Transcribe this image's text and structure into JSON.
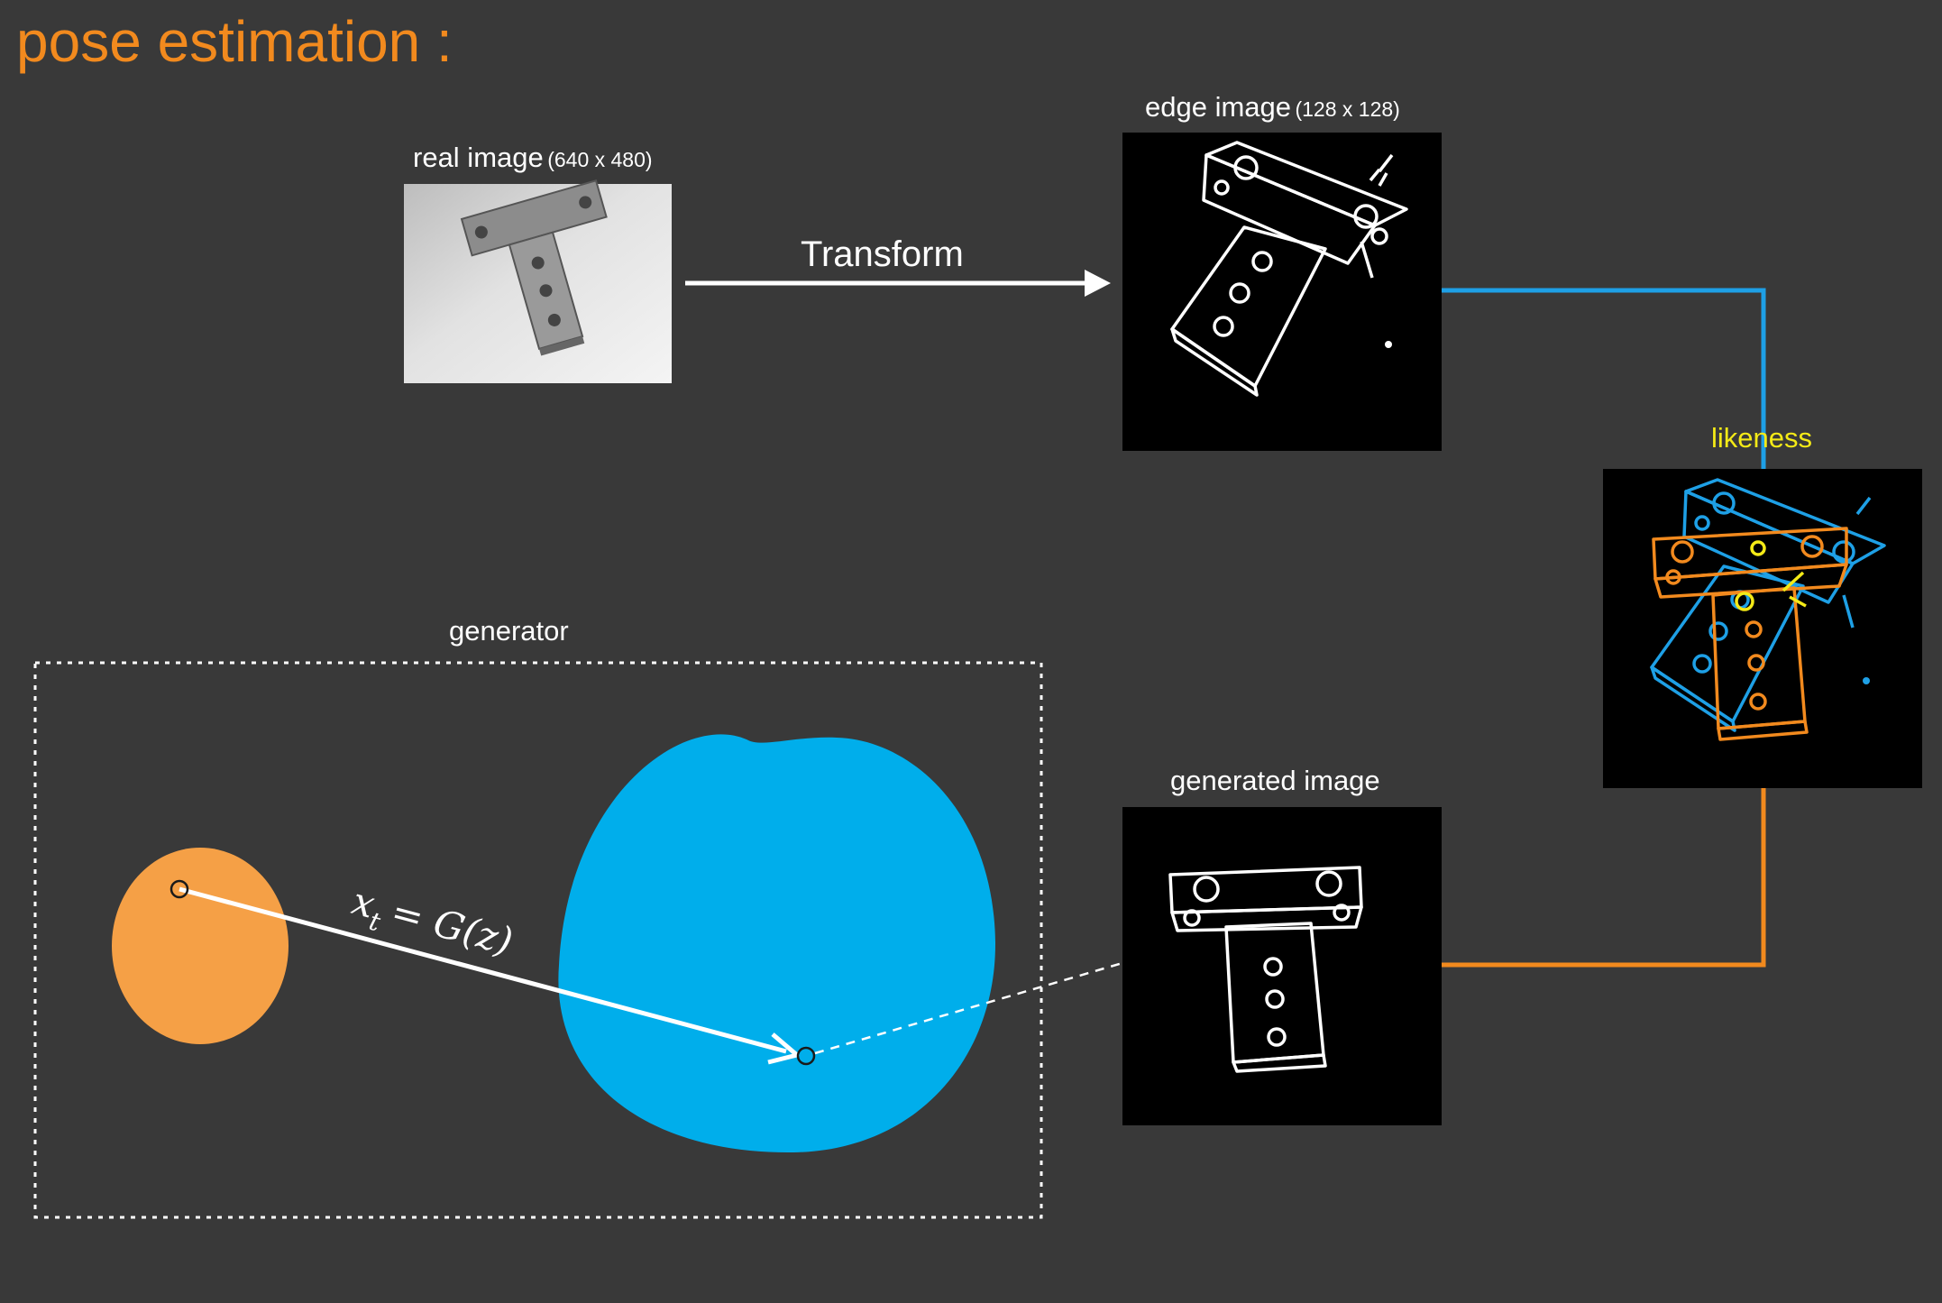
{
  "title": "pose estimation :",
  "real_image": {
    "label": "real image",
    "size": "(640 x 480)"
  },
  "edge_image": {
    "label": "edge image",
    "size": "(128 x 128)"
  },
  "transform": {
    "label": "Transform"
  },
  "likeness": {
    "label": "likeness"
  },
  "generator": {
    "label": "generator"
  },
  "generated_image": {
    "label": "generated image"
  },
  "formula": {
    "lhs": "x",
    "subscript": "t",
    "rhs": "= G(z)"
  },
  "colors": {
    "background": "#393939",
    "title": "#f28a1e",
    "orange": "#f5a046",
    "orange_line": "#f28a1e",
    "blue": "#00aeeb",
    "blue_line": "#1ea0e6",
    "likeness_text": "#f4ea17",
    "white": "#ffffff"
  }
}
